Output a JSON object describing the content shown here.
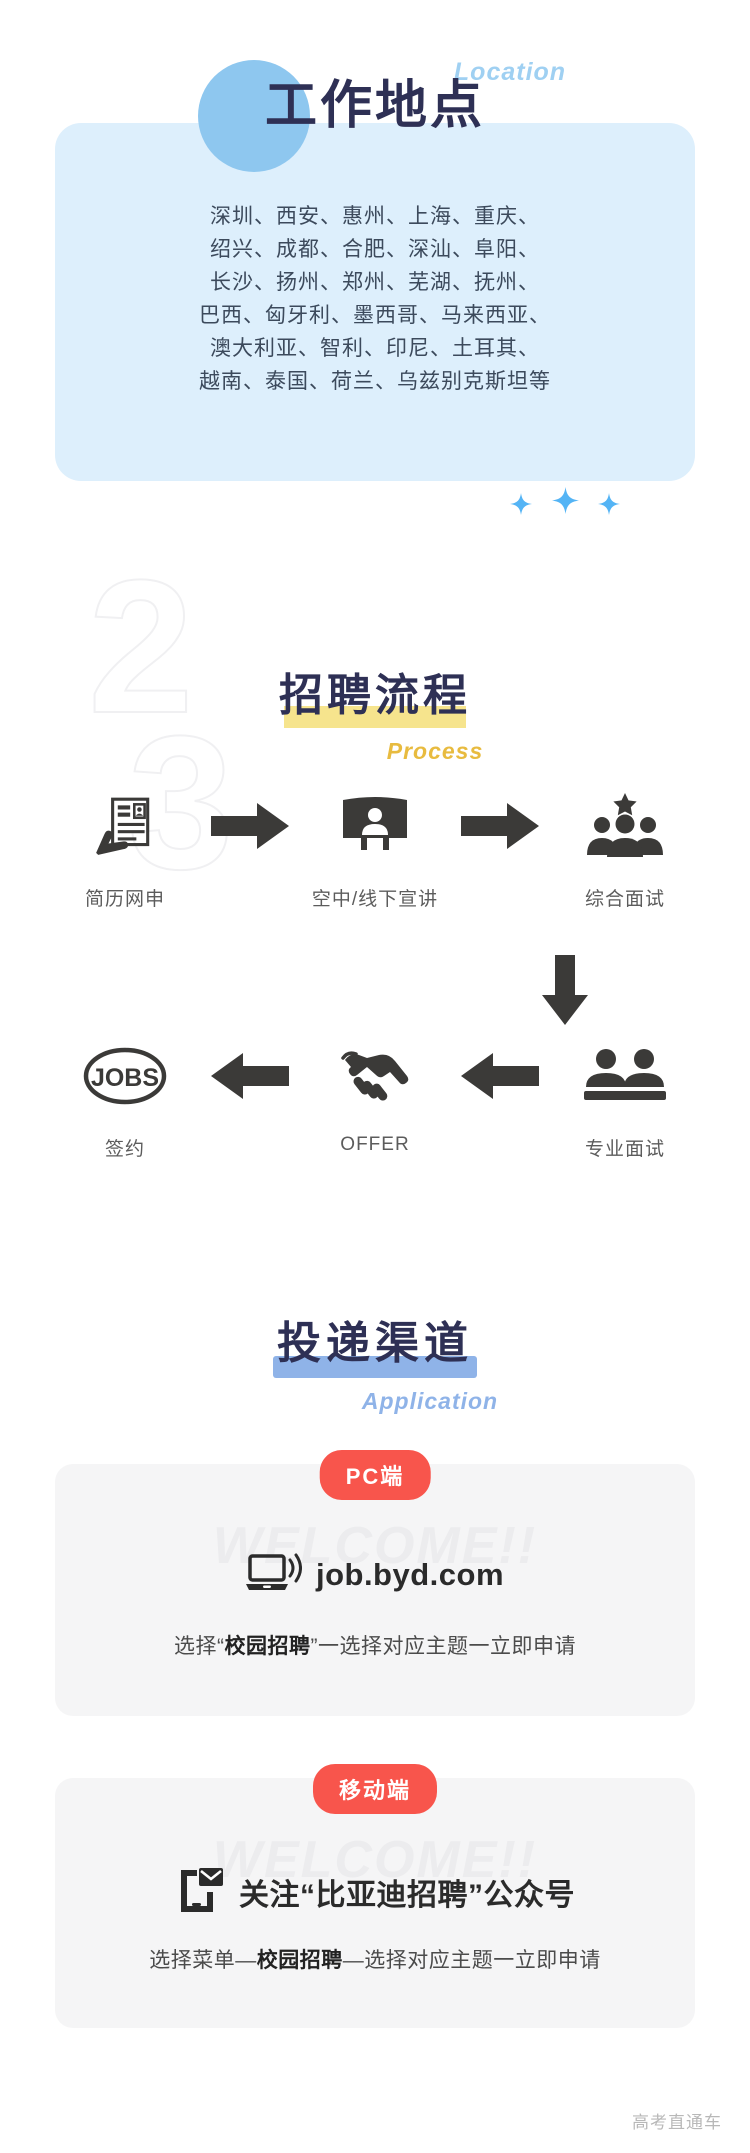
{
  "location": {
    "title": "工作地点",
    "subtitle_en": "Location",
    "cities": [
      "深圳、西安、惠州、上海、重庆、",
      "绍兴、成都、合肥、深汕、阜阳、",
      "长沙、扬州、郑州、芜湖、抚州、",
      "巴西、匈牙利、墨西哥、马来西亚、",
      "澳大利亚、智利、印尼、土耳其、",
      "越南、泰国、荷兰、乌兹别克斯坦等"
    ]
  },
  "process": {
    "title": "招聘流程",
    "subtitle_en": "Process",
    "bg_number_top": "2",
    "bg_number_bottom": "3",
    "row1": [
      {
        "icon": "resume-hand-icon",
        "label": "简历网申"
      },
      {
        "icon": "arrow-right-icon",
        "label": ""
      },
      {
        "icon": "presentation-icon",
        "label": "空中/线下宣讲"
      },
      {
        "icon": "arrow-right-icon",
        "label": ""
      },
      {
        "icon": "group-interview-icon",
        "label": "综合面试"
      }
    ],
    "row2": [
      {
        "icon": "jobs-badge-icon",
        "label": "签约"
      },
      {
        "icon": "arrow-left-icon",
        "label": ""
      },
      {
        "icon": "handshake-icon",
        "label": "OFFER"
      },
      {
        "icon": "arrow-left-icon",
        "label": ""
      },
      {
        "icon": "two-person-interview-icon",
        "label": "专业面试"
      }
    ],
    "down_arrow_icon": "arrow-down-icon"
  },
  "application": {
    "title": "投递渠道",
    "subtitle_en": "Application",
    "watermark": "WELCOME!!",
    "channels": [
      {
        "badge": "PC端",
        "icon": "laptop-signal-icon",
        "main_text": "job.byd.com",
        "sub_prefix": "选择“",
        "sub_bold": "校园招聘",
        "sub_suffix": "”一选择对应主题一立即申请"
      },
      {
        "badge": "移动端",
        "icon": "mobile-mail-icon",
        "main_text": "关注“比亚迪招聘”公众号",
        "sub_prefix": "选择菜单—",
        "sub_bold": "校园招聘",
        "sub_suffix": "—选择对应主题一立即申请"
      }
    ]
  },
  "footer": {
    "text": "高考直通车"
  },
  "colors": {
    "card_blue": "#ddeffc",
    "circle_blue": "#8ec7ef",
    "title_navy": "#2e3055",
    "accent_yellow": "#f6e48d",
    "accent_blue": "#8fb3e8",
    "badge_red": "#f8554c",
    "sparkle_blue": "#54b4f5"
  }
}
